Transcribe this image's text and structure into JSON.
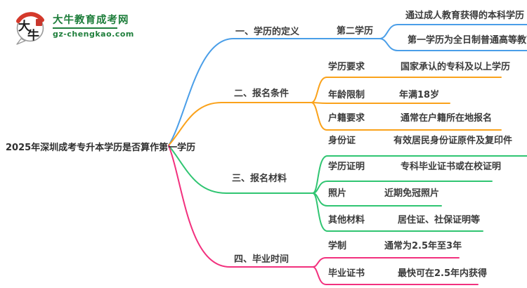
{
  "brand": {
    "title": "大牛教育成考网",
    "url": "gz-chengkao.com",
    "icon_text_top": "大",
    "icon_text_bottom": "牛",
    "title_color": "#1E7E3B",
    "seal_color": "#C8372D"
  },
  "root": {
    "title": "2025年深圳成考专升本学历是否算作第一学历"
  },
  "branches": [
    {
      "label": "一、学历的定义",
      "color": "#4A9EE8",
      "node": {
        "label": "第二学历",
        "leaves": [
          "通过成人教育获得的本科学历",
          "第一学历为全日制普通高等教育"
        ]
      }
    },
    {
      "label": "二、报名条件",
      "color": "#FAA21B",
      "rows": [
        {
          "label": "学历要求",
          "value": "国家承认的专科及以上学历"
        },
        {
          "label": "年龄限制",
          "value": "年满18岁"
        },
        {
          "label": "户籍要求",
          "value": "通常在户籍所在地报名"
        }
      ]
    },
    {
      "label": "三、报名材料",
      "color": "#30C572",
      "rows": [
        {
          "label": "身份证",
          "value": "有效居民身份证原件及复印件"
        },
        {
          "label": "学历证明",
          "value": "专科毕业证书或在校证明"
        },
        {
          "label": "照片",
          "value": "近期免冠照片"
        },
        {
          "label": "其他材料",
          "value": "居住证、社保证明等"
        }
      ]
    },
    {
      "label": "四、毕业时间",
      "color": "#F2317E",
      "rows": [
        {
          "label": "学制",
          "value": "通常为2.5年至3年"
        },
        {
          "label": "毕业证书",
          "value": "最快可在2.5年内获得"
        }
      ]
    }
  ]
}
